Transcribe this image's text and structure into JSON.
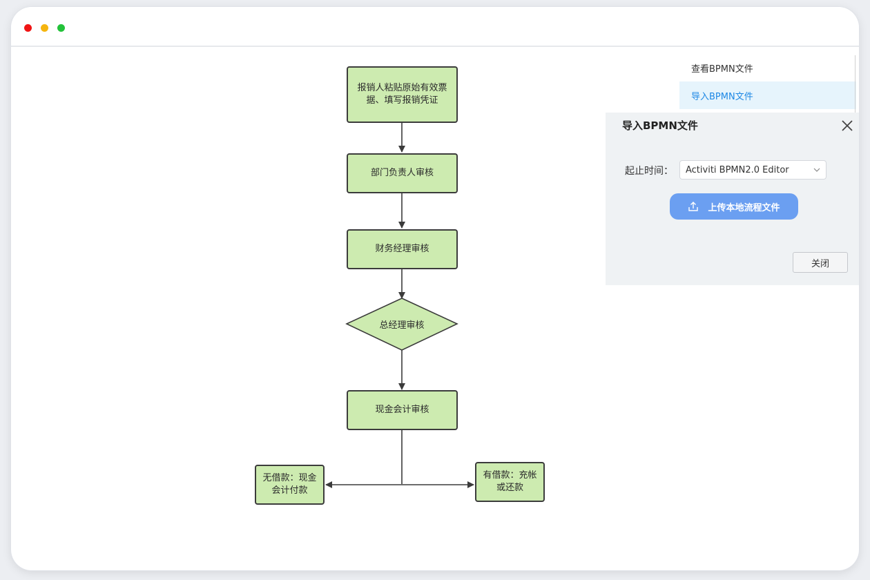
{
  "window": {
    "controls": [
      "close-dot",
      "minimize-dot",
      "maximize-dot"
    ]
  },
  "flowchart": {
    "nodes": [
      {
        "id": "start",
        "shape": "rect",
        "text": "报销人粘贴原始有效票据、填写报销凭证"
      },
      {
        "id": "dept",
        "shape": "rect",
        "text": "部门负责人审核"
      },
      {
        "id": "finance",
        "shape": "rect",
        "text": "财务经理审核"
      },
      {
        "id": "gm",
        "shape": "diamond",
        "text": "总经理审核"
      },
      {
        "id": "cash",
        "shape": "rect",
        "text": "现金会计审核"
      },
      {
        "id": "noloan",
        "shape": "rect",
        "text": "无借款：现金会计付款"
      },
      {
        "id": "loan",
        "shape": "rect",
        "text": "有借款：充帐或还款"
      }
    ],
    "edges": [
      [
        "start",
        "dept"
      ],
      [
        "dept",
        "finance"
      ],
      [
        "finance",
        "gm"
      ],
      [
        "gm",
        "cash"
      ],
      [
        "cash",
        "noloan"
      ],
      [
        "cash",
        "loan"
      ]
    ],
    "colors": {
      "fill": "#cdebb0",
      "stroke": "#3b3b3b"
    }
  },
  "menu": {
    "items": [
      {
        "label": "查看BPMN文件",
        "active": false
      },
      {
        "label": "导入BPMN文件",
        "active": true
      }
    ]
  },
  "dialog": {
    "title": "导入BPMN文件",
    "field_label": "起止时间：",
    "select_value": "Activiti BPMN2.0 Editor",
    "upload_label": "上传本地流程文件",
    "close_label": "关闭",
    "icons": {
      "close": "close-x-icon",
      "upload": "upload-icon",
      "dropdown": "chevron-down-icon"
    },
    "colors": {
      "upload_button": "#6b9ff1",
      "active_menu_text": "#1e88e5",
      "active_menu_bg": "#e6f4fc"
    }
  }
}
